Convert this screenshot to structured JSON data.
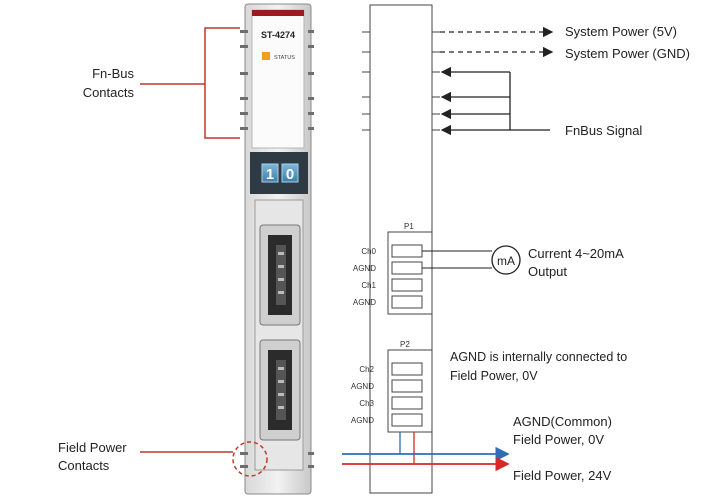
{
  "module": {
    "model": "ST-4274",
    "status_label": "STATUS",
    "status_color": "#f0a020",
    "digits": [
      "1",
      "0"
    ]
  },
  "left_labels": {
    "fn_bus_line1": "Fn-Bus",
    "fn_bus_line2": "Contacts",
    "field_power_line1": "Field Power",
    "field_power_line2": "Contacts"
  },
  "right_labels": {
    "system_power_5v": "System Power (5V)",
    "system_power_gnd": "System Power (GND)",
    "fnbus_signal": "FnBus Signal",
    "meter_symbol": "mA",
    "current_line1": "Current 4~20mA",
    "current_line2": "Output",
    "agnd_note_line1": "AGND is internally connected to",
    "agnd_note_line2": "Field Power, 0V",
    "agnd_common_line1": "AGND(Common)",
    "agnd_common_line2": "Field Power, 0V",
    "field_power_24v": "Field Power, 24V"
  },
  "connectors": {
    "p1_label": "P1",
    "p2_label": "P2",
    "p1_pins": [
      "Ch0",
      "AGND",
      "Ch1",
      "AGND"
    ],
    "p2_pins": [
      "Ch2",
      "AGND",
      "Ch3",
      "AGND"
    ]
  },
  "colors": {
    "bracket": "#c0392b",
    "field_power_0v": "#2e6db4",
    "field_power_24v": "#d62828"
  }
}
